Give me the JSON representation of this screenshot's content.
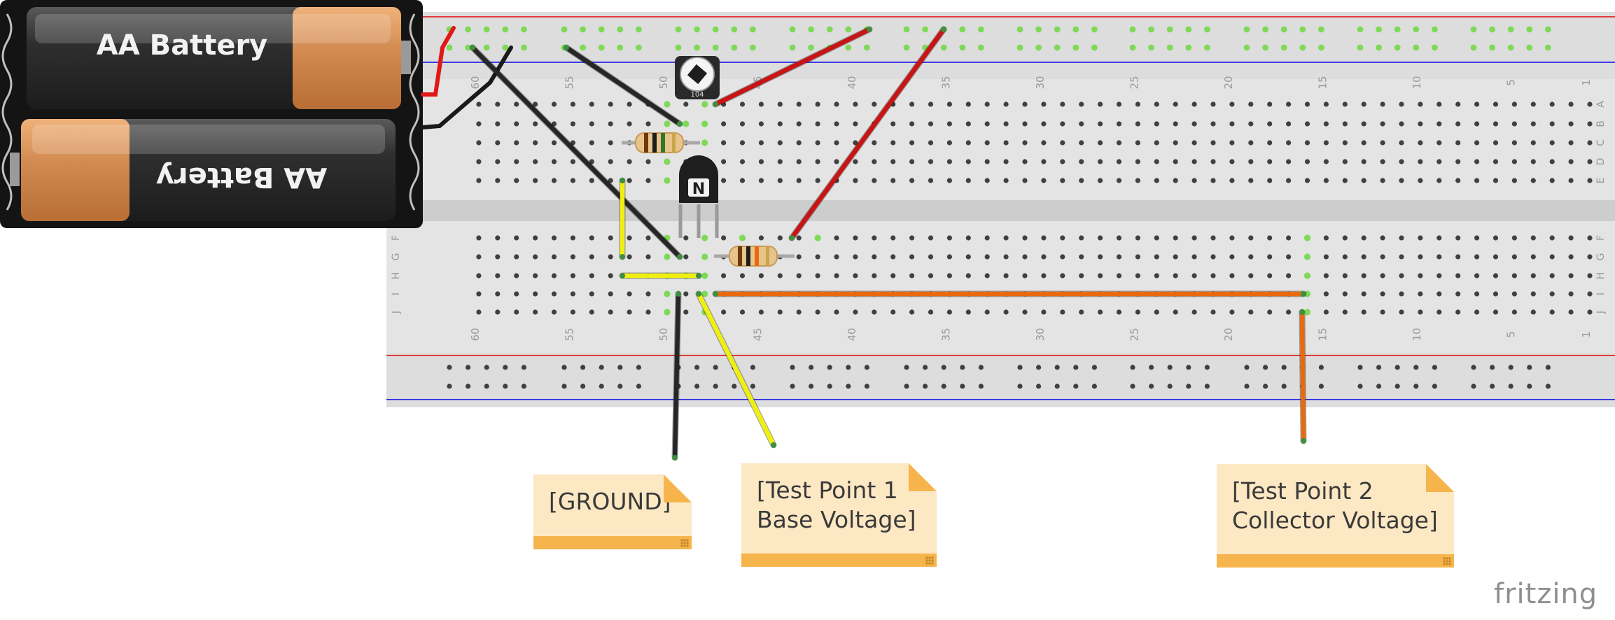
{
  "battery": {
    "label_top": "AA Battery",
    "label_bottom": "AA Battery"
  },
  "breadboard": {
    "column_labels": [
      "60",
      "55",
      "50",
      "45",
      "40",
      "35",
      "30",
      "25",
      "20",
      "15",
      "10",
      "5",
      "1"
    ],
    "row_labels_top": [
      "A",
      "B",
      "C",
      "D",
      "E"
    ],
    "row_labels_bottom": [
      "F",
      "G",
      "H",
      "I",
      "J"
    ],
    "transistor_mark": "N",
    "trimmer_label": "104"
  },
  "notes": {
    "ground": {
      "line1": "[GROUND]"
    },
    "tp1": {
      "line1": "[Test Point 1",
      "line2": "Base Voltage]"
    },
    "tp2": {
      "line1": "[Test Point 2",
      "line2": "Collector Voltage]"
    }
  },
  "brand": "fritzing",
  "colors": {
    "board": "#dcdcdc",
    "rail_red": "#e02020",
    "rail_blue": "#2020e0",
    "hole": "#404040",
    "hole_active": "#7ed957",
    "wire_red": "#c81414",
    "wire_black": "#262626",
    "wire_yellow": "#f0f010",
    "wire_orange": "#e86a10",
    "note_fill": "#fde8c4",
    "note_band": "#f6b54c"
  }
}
